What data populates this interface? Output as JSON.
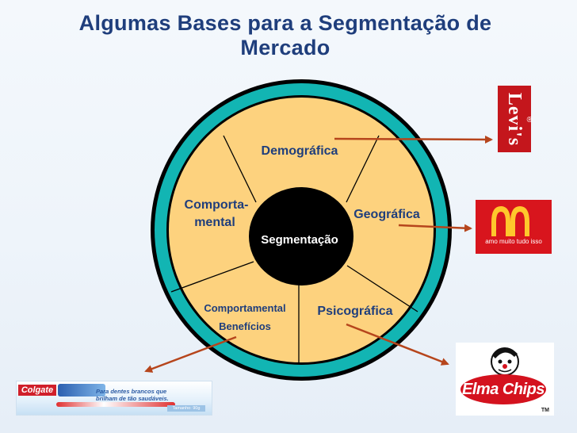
{
  "title": {
    "line1": "Algumas Bases para a Segmentação de",
    "line2": "Mercado"
  },
  "diagram": {
    "center": "Segmentação",
    "segments": {
      "demografica": "Demográfica",
      "geografica": "Geográfica",
      "psicografica": "Psicográfica",
      "comport_beneficios_line1": "Comportamental",
      "comport_beneficios_line2": "Benefícios",
      "comport_mental_line1": "Comporta-",
      "comport_mental_line2": "mental"
    },
    "colors": {
      "outer_ring": "#12b5b3",
      "segment_fill": "#fdd27e",
      "center": "#000000",
      "arrow": "#b6451c",
      "label": "#1f3e7c"
    }
  },
  "logos": {
    "levis": {
      "text": "Levi's",
      "registered": "®",
      "icon": "levis-logo"
    },
    "mcdonalds": {
      "slogan": "amo muito tudo isso",
      "icon": "golden-arches-icon"
    },
    "elma_chips": {
      "text": "Elma Chips",
      "tm": "TM",
      "icon": "elma-chips-mascot-icon"
    },
    "colgate": {
      "brand": "Colgate",
      "tagline": "Para dentes brancos que brilham de tão saudáveis.",
      "size": "Tamanho: 90g"
    }
  }
}
